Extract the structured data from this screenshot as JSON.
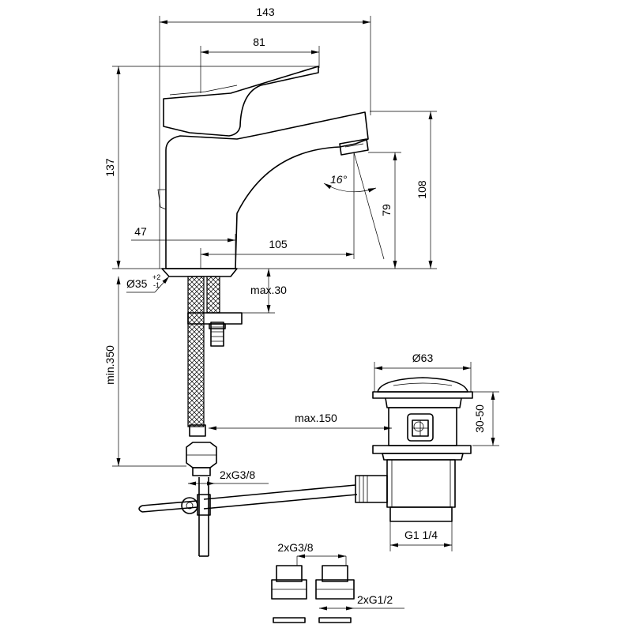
{
  "dimensions": {
    "total_width": "143",
    "lever_reach": "81",
    "total_height": "137",
    "spout_height": "108",
    "outlet_height": "79",
    "spout_angle": "16°",
    "body_offset": "47",
    "spout_reach": "105",
    "hole_diameter": "Ø35",
    "hole_tol_plus": "+2",
    "hole_tol_minus": "-1",
    "max_deck_thickness": "max.30",
    "hose_length": "min.350",
    "waste_diameter": "Ø63",
    "waste_range": "30-50",
    "rod_reach": "max.150",
    "hose_thread": "2xG3/8",
    "waste_thread": "G1 1/4",
    "adapter_thread_in": "2xG3/8",
    "adapter_thread_out": "2xG1/2"
  },
  "colors": {
    "line": "#000000",
    "fill": "#ffffff"
  }
}
